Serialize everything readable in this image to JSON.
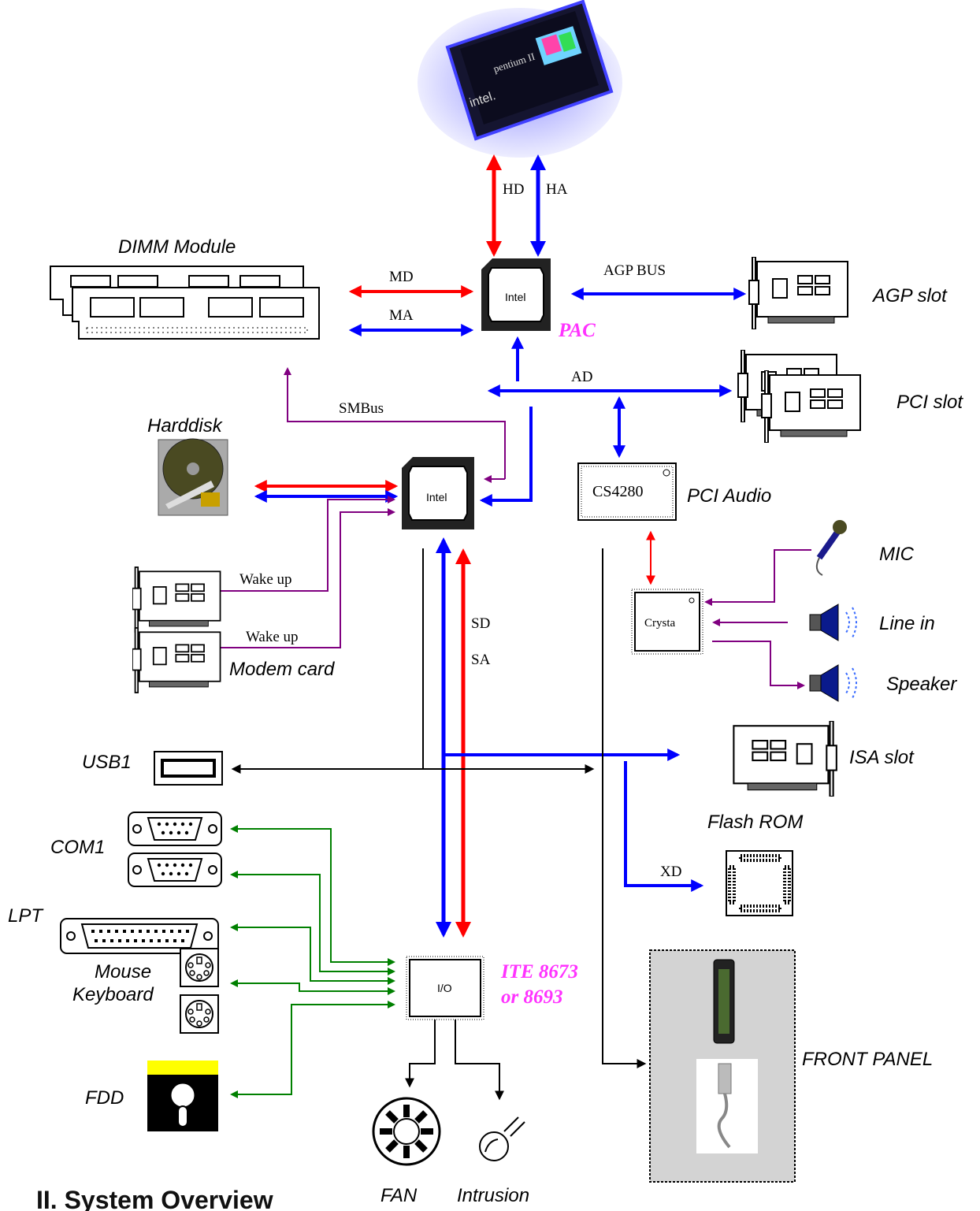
{
  "cpu": {
    "brand_text": "pentium II",
    "maker_text": "intel."
  },
  "chips": {
    "pac": {
      "text": "Intel",
      "label": "PAC"
    },
    "piix": {
      "text": "Intel"
    },
    "audio": {
      "text": "CS4280",
      "label": "PCI Audio"
    },
    "crystal": {
      "text": "Crysta"
    },
    "io": {
      "text": "I/O",
      "label_line1": "ITE 8673",
      "label_line2": "or 8693"
    }
  },
  "buses": {
    "hd": "HD",
    "ha": "HA",
    "md": "MD",
    "ma": "MA",
    "agp_bus": "AGP BUS",
    "ad": "AD",
    "smbus": "SMBus",
    "sd": "SD",
    "sa": "SA",
    "xd": "XD",
    "wake_up_1": "Wake up",
    "wake_up_2": "Wake up"
  },
  "components": {
    "dimm": "DIMM Module",
    "agp_slot": "AGP slot",
    "pci_slot": "PCI slot",
    "harddisk": "Harddisk",
    "modem_card": "Modem card",
    "mic": "MIC",
    "line_in": "Line in",
    "speaker": "Speaker",
    "isa_slot": "ISA slot",
    "flash_rom": "Flash ROM",
    "usb1": "USB1",
    "com1": "COM1",
    "lpt": "LPT",
    "mouse": "Mouse",
    "keyboard": "Keyboard",
    "fdd": "FDD",
    "front_panel": "FRONT PANEL",
    "fan": "FAN",
    "intrusion": "Intrusion"
  },
  "page_title": "II. System Overview",
  "colors": {
    "data_bus": "#ff0000",
    "address_bus": "#0000ff",
    "control": "#800080",
    "io_link": "#008000",
    "highlight": "#ff33ff"
  }
}
